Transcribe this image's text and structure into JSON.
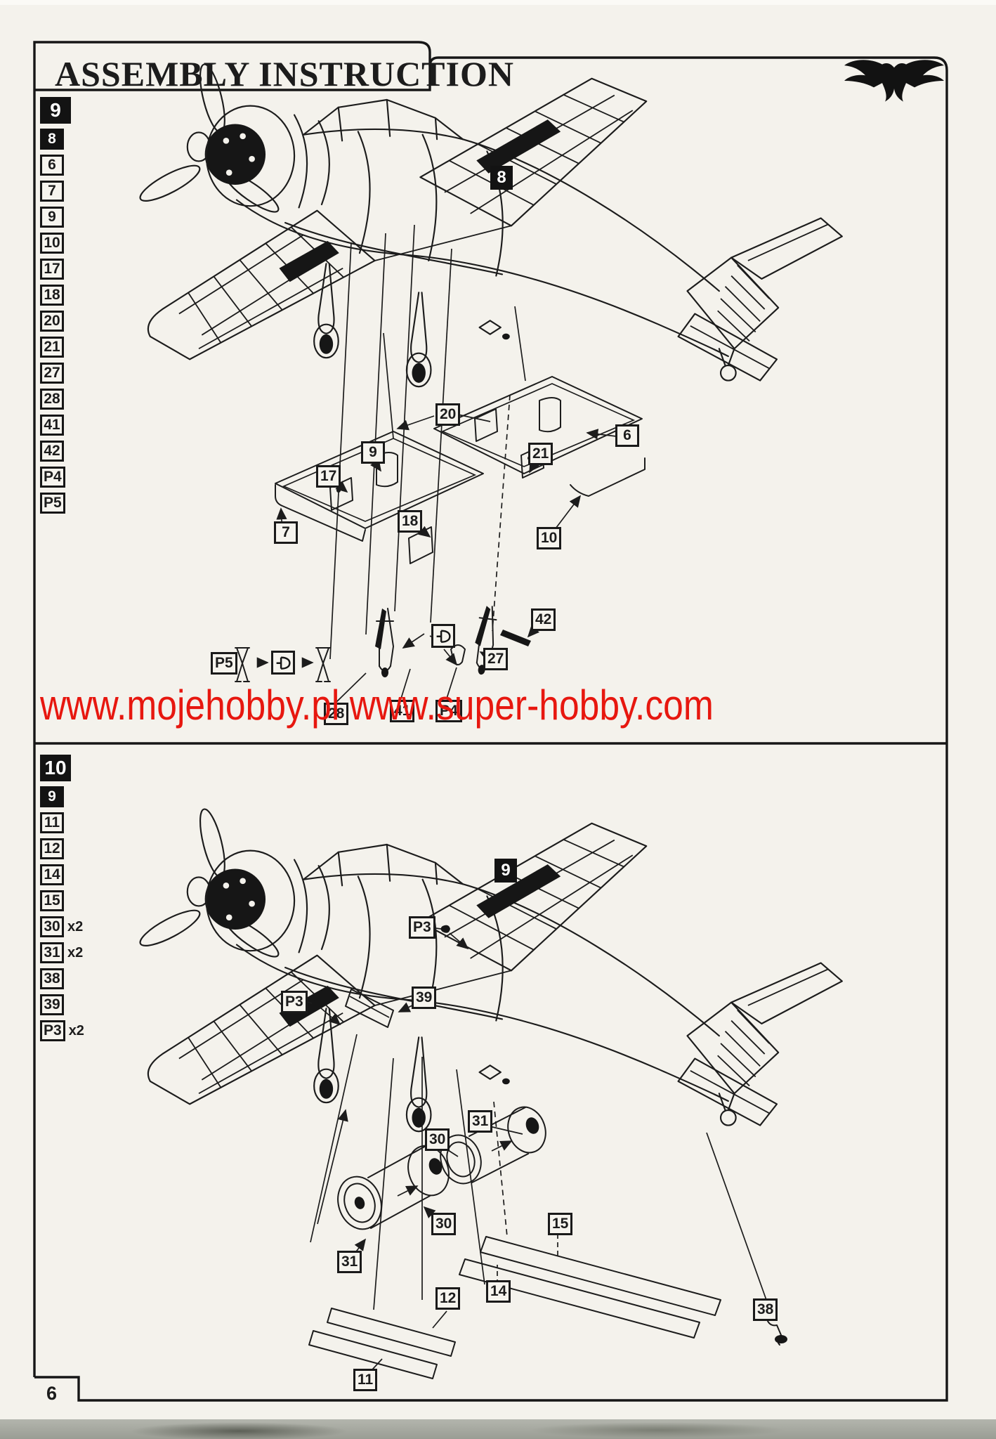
{
  "page": {
    "title": "ASSEMBLY INSTRUCTION",
    "page_number": "6",
    "watermark": "www.mojehobby.pl www.super-hobby.com",
    "colors": {
      "paper": "#f4f2ec",
      "ink": "#1c1c1c",
      "watermark_red": "#e7170f"
    },
    "logo_icon": "eagle-icon"
  },
  "sections": [
    {
      "name": "step-9",
      "assembly_badge": "8",
      "sidebar": {
        "step_number": "9",
        "carryover_assembly": "8",
        "parts": [
          {
            "label": "6"
          },
          {
            "label": "7"
          },
          {
            "label": "9"
          },
          {
            "label": "10"
          },
          {
            "label": "17"
          },
          {
            "label": "18"
          },
          {
            "label": "20"
          },
          {
            "label": "21"
          },
          {
            "label": "27"
          },
          {
            "label": "28"
          },
          {
            "label": "41"
          },
          {
            "label": "42"
          },
          {
            "label": "P4"
          },
          {
            "label": "P5"
          }
        ]
      },
      "callouts": [
        {
          "text": "20"
        },
        {
          "text": "9"
        },
        {
          "text": "17"
        },
        {
          "text": "21"
        },
        {
          "text": "6"
        },
        {
          "text": "18"
        },
        {
          "text": "7"
        },
        {
          "text": "10"
        },
        {
          "text": "42"
        },
        {
          "text": "27"
        },
        {
          "text": "P5"
        },
        {
          "text": "28"
        },
        {
          "text": "41"
        },
        {
          "text": "P4"
        }
      ],
      "symbols": [
        "glue-symbol-icon",
        "glue-symbol-icon"
      ]
    },
    {
      "name": "step-10",
      "assembly_badge": "9",
      "sidebar": {
        "step_number": "10",
        "carryover_assembly": "9",
        "parts": [
          {
            "label": "11"
          },
          {
            "label": "12"
          },
          {
            "label": "14"
          },
          {
            "label": "15"
          },
          {
            "label": "30",
            "qty": "x2"
          },
          {
            "label": "31",
            "qty": "x2"
          },
          {
            "label": "38"
          },
          {
            "label": "39"
          },
          {
            "label": "P3",
            "qty": "x2"
          }
        ]
      },
      "callouts": [
        {
          "text": "P3"
        },
        {
          "text": "39"
        },
        {
          "text": "P3"
        },
        {
          "text": "31"
        },
        {
          "text": "30"
        },
        {
          "text": "30"
        },
        {
          "text": "15"
        },
        {
          "text": "31"
        },
        {
          "text": "12"
        },
        {
          "text": "14"
        },
        {
          "text": "11"
        },
        {
          "text": "38"
        }
      ]
    }
  ]
}
